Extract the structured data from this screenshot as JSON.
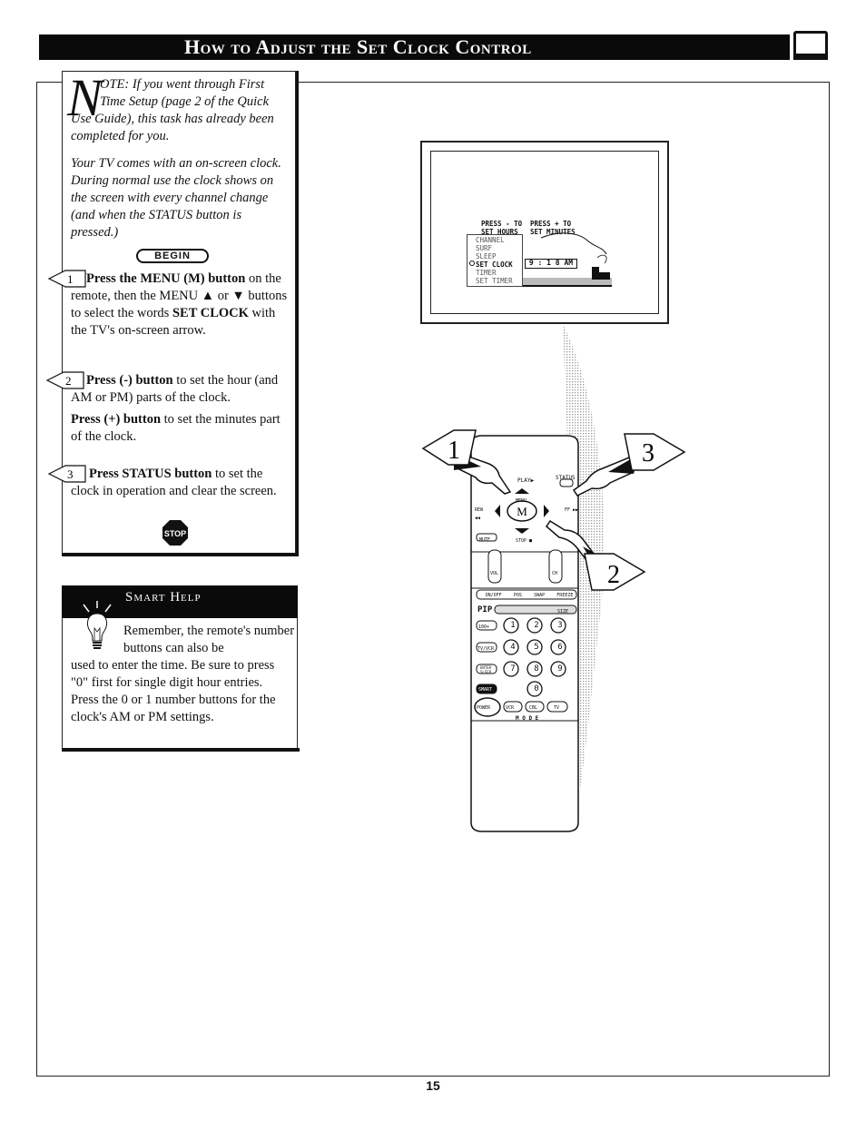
{
  "header": {
    "title": "How to Adjust the Set Clock Control"
  },
  "note": {
    "drop_cap": "N",
    "first_line": "OTE: If you went through First Time Setup (page 2 of the Quick",
    "rest": "Use Guide), this task has already been completed for you.",
    "paragraph2": "Your TV comes with an on-screen clock. During normal use the clock shows on the screen with every channel change (and when the STATUS button is pressed.)"
  },
  "begin_label": "BEGIN",
  "steps": [
    {
      "number": "1",
      "bold": "Press the MENU (M) button",
      "text_a": " on the remote, then the MENU ▲ or ▼ buttons to select the words ",
      "bold_b": "SET CLOCK",
      "text_b": " with the TV's on-screen arrow."
    },
    {
      "number": "2",
      "bold": "Press (-) button",
      "text_a": " to set the hour (and AM or PM) parts of the clock.",
      "bold_b": "Press (+) button",
      "text_b": " to set the minutes part of the clock."
    },
    {
      "number": "3",
      "bold": "Press STATUS button",
      "text_a": " to set the clock in operation and clear the screen."
    }
  ],
  "stop_label": "STOP",
  "smart_help": {
    "title": "Smart Help",
    "first": "Remember, the remote's number buttons can also be",
    "rest": "used to enter the time. Be sure to press \"0\" first for single digit hour entries. Press the 0 or 1 number buttons for the clock's AM or PM settings."
  },
  "tv_menu": {
    "press_minus": "PRESS - TO",
    "set_hours": "SET HOURS",
    "press_plus": "PRESS + TO",
    "set_minutes": "SET MINUTES",
    "items": [
      "CHANNEL",
      "SURF",
      "SLEEP",
      "SET CLOCK",
      "TIMER",
      "SET TIMER"
    ],
    "selected": "SET CLOCK",
    "clock_value": "9 : 1 8 AM"
  },
  "remote": {
    "play": "PLAY▶",
    "status": "STATUS",
    "menu": "MENU",
    "rew": "REW ◀◀",
    "ff": "FF ▶▶",
    "mute": "MUTE",
    "stop": "STOP ■",
    "vol": "VOL",
    "ch": "CH",
    "pip_row": [
      "ON/OFF",
      "POS",
      "SWAP",
      "FREEZE"
    ],
    "pip": "PIP",
    "size": "SIZE",
    "hundred": "100+",
    "tvvcr": "TV/VCR",
    "enter": "ENTER",
    "sleep": "SLEEP",
    "smart": "SMART",
    "digits": [
      "1",
      "2",
      "3",
      "4",
      "5",
      "6",
      "7",
      "8",
      "9",
      "0"
    ],
    "power": "POWER",
    "mode_buttons": [
      "VCR",
      "CBL",
      "TV"
    ],
    "mode": "M O D E"
  },
  "callouts": [
    "1",
    "3",
    "2"
  ],
  "page_number": "15"
}
